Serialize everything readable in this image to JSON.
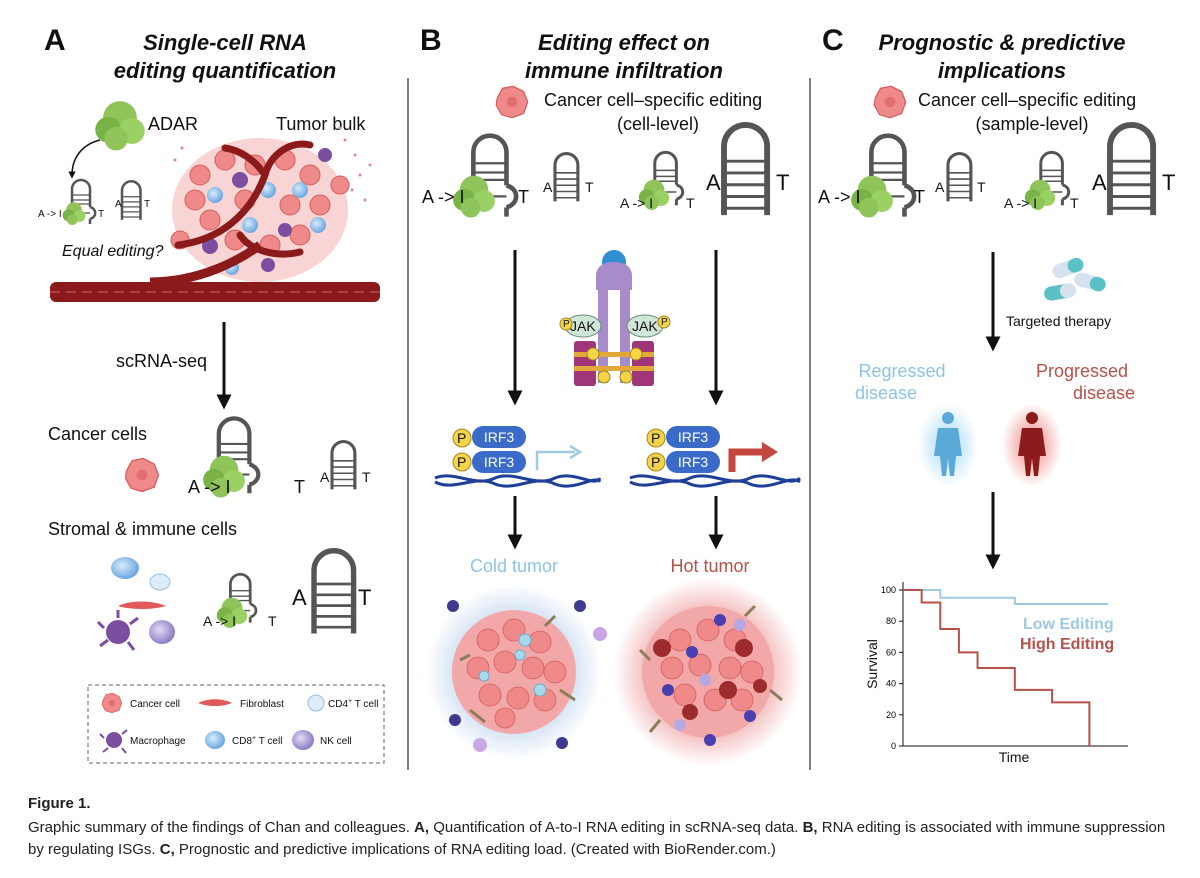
{
  "panels": {
    "a": {
      "letter": "A",
      "title_line1": "Single-cell RNA",
      "title_line2": "editing quantification",
      "adar": "ADAR",
      "tumor_bulk": "Tumor bulk",
      "equal_editing": "Equal editing?",
      "scrna": "scRNA-seq",
      "cancer_cells": "Cancer cells",
      "stromal": "Stromal & immune cells",
      "a_to_i": "A -> I",
      "t": "T",
      "a": "A",
      "legend": {
        "cancer_cell": "Cancer cell",
        "fibroblast": "Fibroblast",
        "cd4": "CD4",
        "cd4_sup": "+",
        "cd4_suffix": " T cell",
        "macrophage": "Macrophage",
        "cd8": "CD8",
        "cd8_sup": "+",
        "cd8_suffix": " T cell",
        "nk": "NK cell"
      }
    },
    "b": {
      "letter": "B",
      "title_line1": "Editing effect on",
      "title_line2": "immune infiltration",
      "editing_line1": "Cancer cell–specific editing",
      "editing_line2": "(cell-level)",
      "jak": "JAK",
      "p": "P",
      "irf3": "IRF3",
      "cold": "Cold tumor",
      "hot": "Hot tumor"
    },
    "c": {
      "letter": "C",
      "title_line1": "Prognostic & predictive",
      "title_line2": "implications",
      "editing_line1": "Cancer cell–specific editing",
      "editing_line2": "(sample-level)",
      "therapy": "Targeted therapy",
      "regressed1": "Regressed",
      "regressed2": "disease",
      "progressed1": "Progressed",
      "progressed2": "disease"
    }
  },
  "colors": {
    "low": "#9ecae1",
    "high": "#b5524b",
    "vessel": "#8b1a1a",
    "cancer": "#f08a8a",
    "adar": "#8fc45a",
    "dna": "#1f3f99",
    "irf3": "#3a6bc8",
    "phospho": "#f5d547",
    "receptor": "#a88cc9",
    "cold_glow": "#a9c6e8",
    "hot_glow": "#e87d7d"
  },
  "chart_data": {
    "type": "line",
    "xlabel": "Time",
    "ylabel": "Survival",
    "ylim": [
      0,
      100
    ],
    "yticks": [
      0,
      20,
      40,
      60,
      80,
      100
    ],
    "x": [
      0,
      1,
      2,
      3,
      4,
      5,
      6,
      7,
      8,
      9,
      10,
      11
    ],
    "series": [
      {
        "name": "Low Editing",
        "values": [
          100,
          100,
          95,
          95,
          95,
          95,
          91,
          91,
          91,
          91,
          91,
          91
        ]
      },
      {
        "name": "High Editing",
        "values": [
          100,
          92,
          75,
          60,
          50,
          50,
          36,
          36,
          28,
          28,
          0,
          0
        ]
      }
    ]
  },
  "caption": {
    "title": "Figure 1.",
    "text1": "Graphic summary of the findings of Chan and colleagues. ",
    "a_label": "A,",
    "a_text": " Quantification of A-to-I RNA editing in scRNA-seq data. ",
    "b_label": "B,",
    "b_text": " RNA editing is associated with immune suppression by regulating ISGs. ",
    "c_label": "C,",
    "c_text": " Prognostic and predictive implications of RNA editing load. (Created with BioRender.com.)"
  }
}
